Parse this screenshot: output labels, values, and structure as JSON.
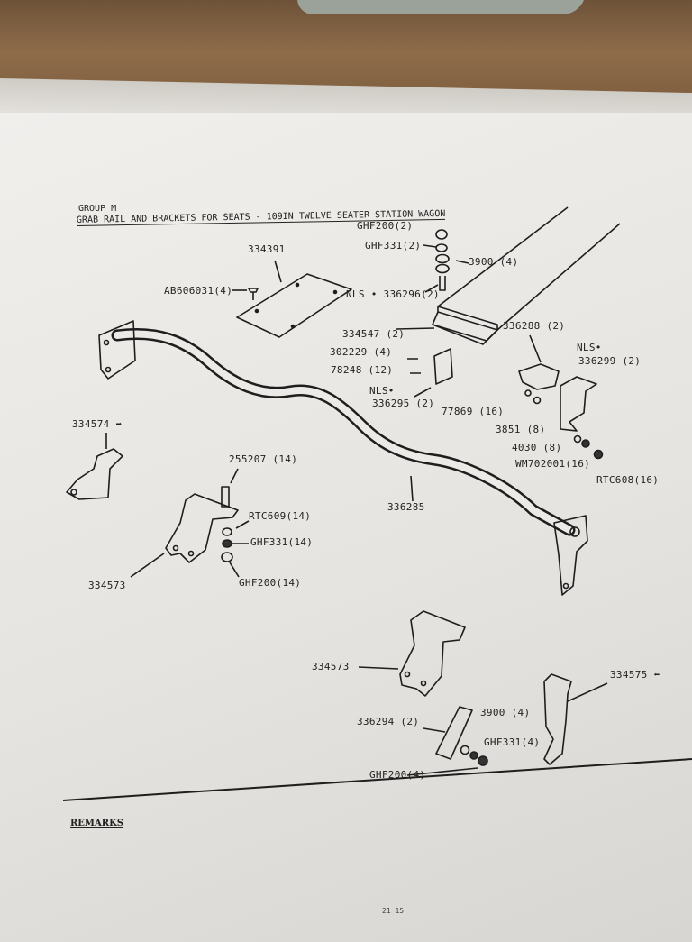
{
  "header": {
    "group": "GROUP M",
    "title": "GRAB RAIL AND BRACKETS FOR SEATS - 109IN TWELVE SEATER STATION WAGON"
  },
  "parts": [
    {
      "id": "ghf200_2",
      "label": "GHF200(2)"
    },
    {
      "id": "ghf331_2",
      "label": "GHF331(2)"
    },
    {
      "id": "p3900_4_top",
      "label": "3900 (4)"
    },
    {
      "id": "p334391",
      "label": "334391"
    },
    {
      "id": "ab606031",
      "label": "AB606031(4)"
    },
    {
      "id": "p336296",
      "label": "NLS • 336296(2)"
    },
    {
      "id": "p334547",
      "label": "334547 (2)"
    },
    {
      "id": "p336288",
      "label": "336288 (2)"
    },
    {
      "id": "nls_336299",
      "label": "NLS•"
    },
    {
      "id": "p336299",
      "label": "336299 (2)"
    },
    {
      "id": "p302229",
      "label": "302229 (4)"
    },
    {
      "id": "p78248",
      "label": "78248 (12)"
    },
    {
      "id": "nls_336295",
      "label": "NLS•"
    },
    {
      "id": "p336295",
      "label": "336295 (2)"
    },
    {
      "id": "p77869",
      "label": "77869 (16)"
    },
    {
      "id": "p3851",
      "label": "3851 (8)"
    },
    {
      "id": "p4030",
      "label": "4030 (8)"
    },
    {
      "id": "wm702001",
      "label": "WM702001(16)"
    },
    {
      "id": "rtc608",
      "label": "RTC608(16)"
    },
    {
      "id": "p334574",
      "label": "334574 ➡"
    },
    {
      "id": "p255207",
      "label": "255207 (14)"
    },
    {
      "id": "rtc609",
      "label": "RTC609(14)"
    },
    {
      "id": "ghf331_14",
      "label": "GHF331(14)"
    },
    {
      "id": "ghf200_14",
      "label": "GHF200(14)"
    },
    {
      "id": "p334573_a",
      "label": "334573"
    },
    {
      "id": "p336285",
      "label": "336285"
    },
    {
      "id": "p334573_b",
      "label": "334573"
    },
    {
      "id": "p334575",
      "label": "334575 ⬅"
    },
    {
      "id": "p3900_4_bot",
      "label": "3900 (4)"
    },
    {
      "id": "p336294",
      "label": "336294 (2)"
    },
    {
      "id": "ghf331_4",
      "label": "GHF331(4)"
    },
    {
      "id": "ghf200_4",
      "label": "GHF200(4)"
    }
  ],
  "remarks_label": "REMARKS",
  "footer": "21 15"
}
